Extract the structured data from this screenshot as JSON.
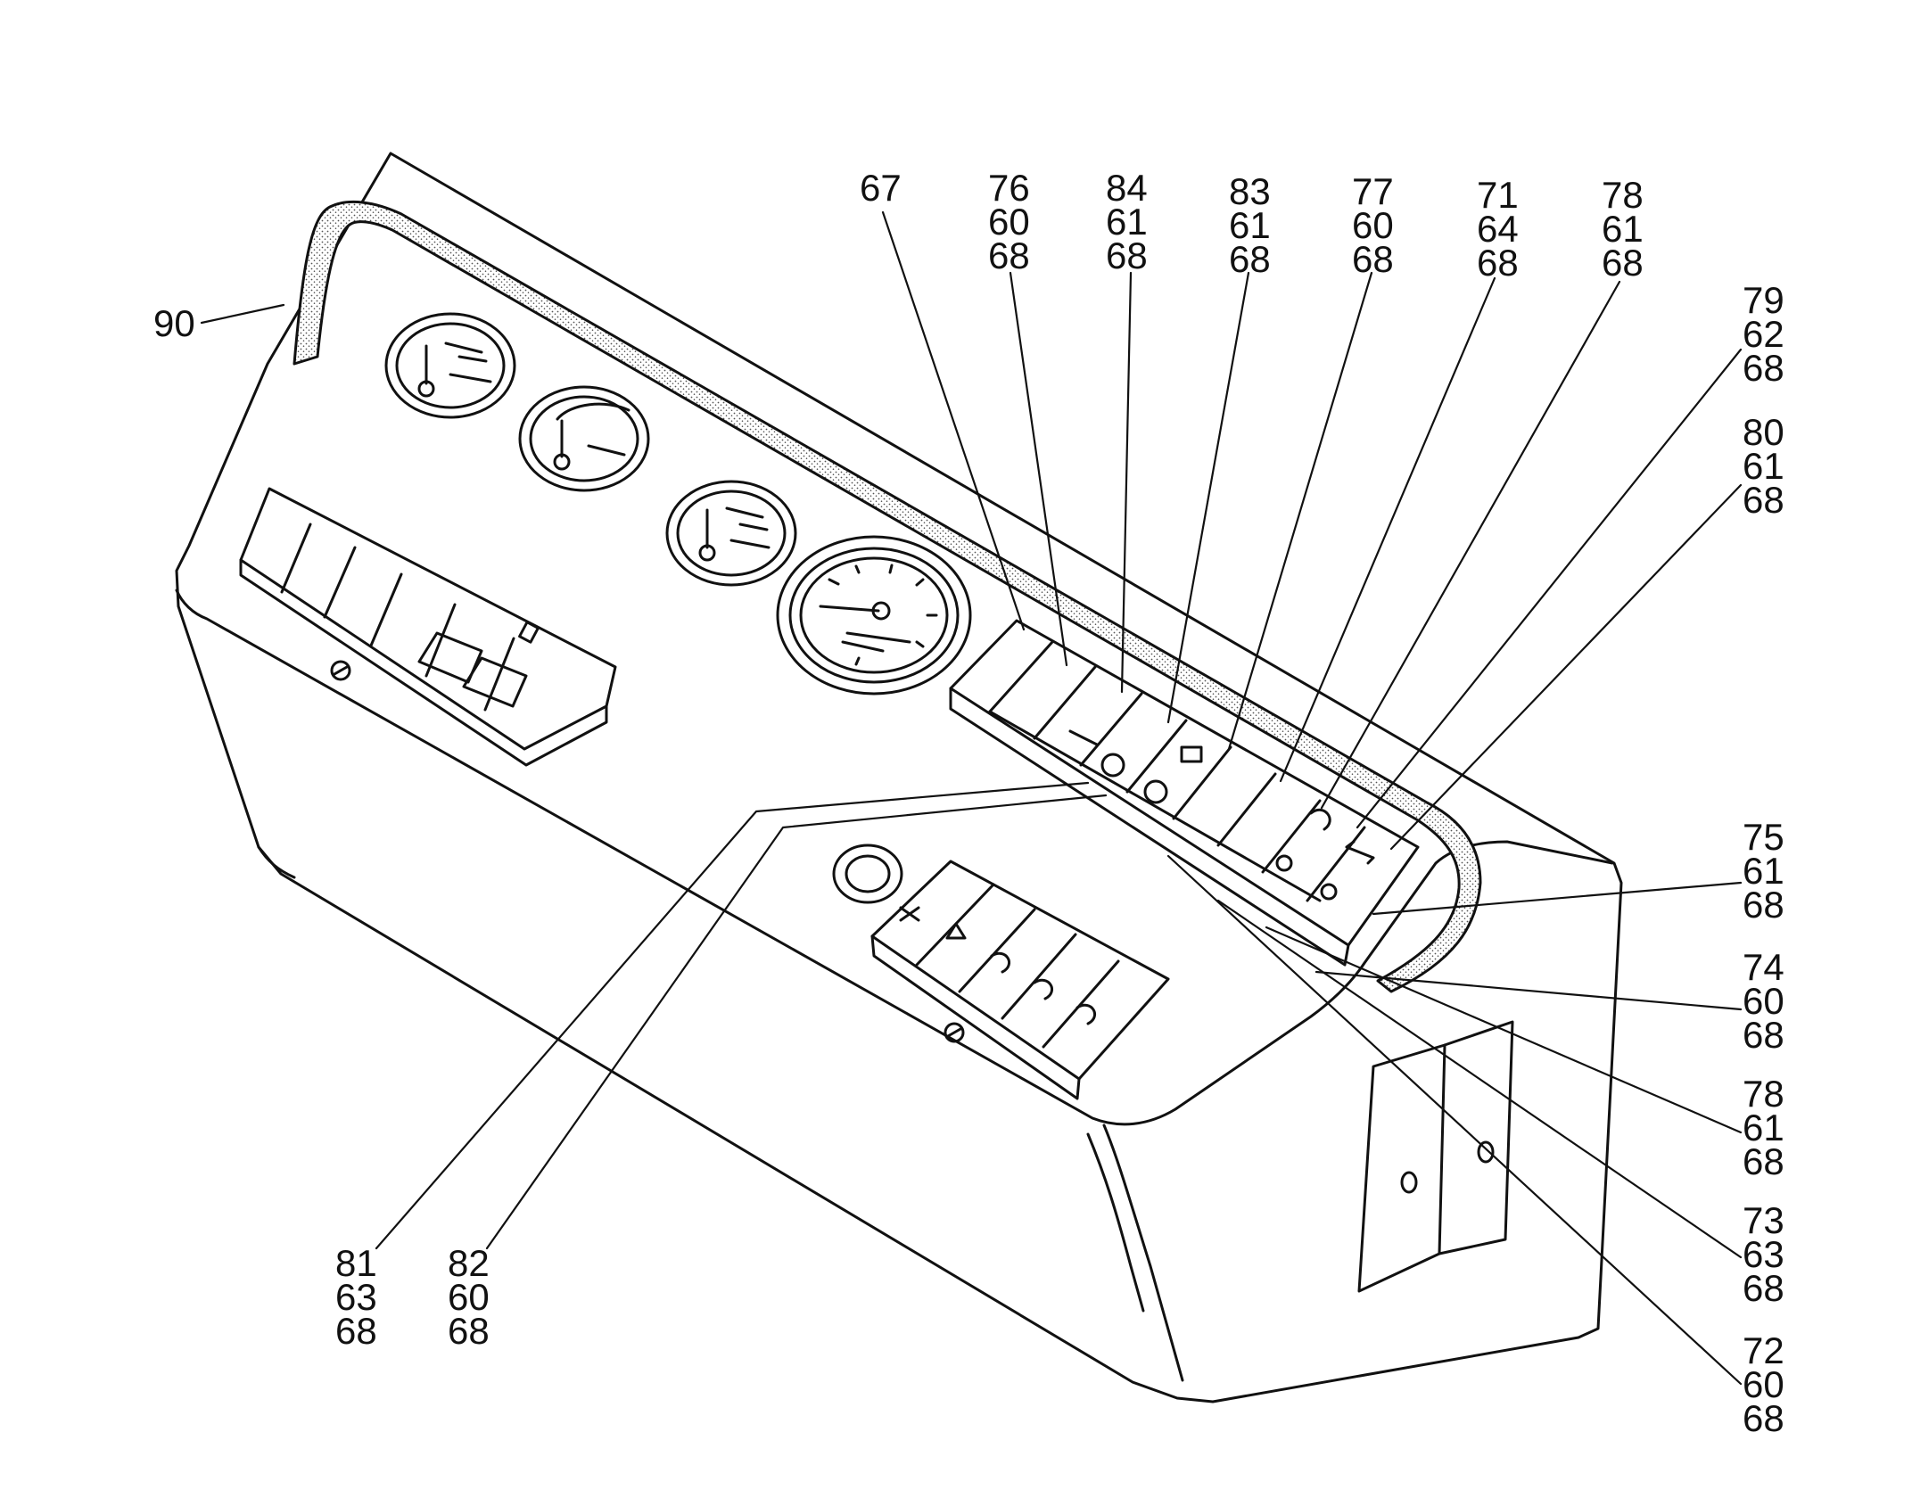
{
  "figure": {
    "subject": "instrument-panel-parts-diagram",
    "line_color": "#111111",
    "background": "#ffffff",
    "stipple_color": "#555555"
  },
  "callouts": {
    "c90": {
      "lines": [
        "90"
      ]
    },
    "c67": {
      "lines": [
        "67"
      ]
    },
    "c76": {
      "lines": [
        "76",
        "60",
        "68"
      ]
    },
    "c84": {
      "lines": [
        "84",
        "61",
        "68"
      ]
    },
    "c83": {
      "lines": [
        "83",
        "61",
        "68"
      ]
    },
    "c77": {
      "lines": [
        "77",
        "60",
        "68"
      ]
    },
    "c71": {
      "lines": [
        "71",
        "64",
        "68"
      ]
    },
    "c78a": {
      "lines": [
        "78",
        "61",
        "68"
      ]
    },
    "c79": {
      "lines": [
        "79",
        "62",
        "68"
      ]
    },
    "c80": {
      "lines": [
        "80",
        "61",
        "68"
      ]
    },
    "c75": {
      "lines": [
        "75",
        "61",
        "68"
      ]
    },
    "c74": {
      "lines": [
        "74",
        "60",
        "68"
      ]
    },
    "c78b": {
      "lines": [
        "78",
        "61",
        "68"
      ]
    },
    "c73": {
      "lines": [
        "73",
        "63",
        "68"
      ]
    },
    "c72": {
      "lines": [
        "72",
        "60",
        "68"
      ]
    },
    "c81": {
      "lines": [
        "81",
        "63",
        "68"
      ]
    },
    "c82": {
      "lines": [
        "82",
        "60",
        "68"
      ]
    }
  },
  "icons": {
    "gauges": [
      "temperature-gauge-icon",
      "fuel-gauge-icon",
      "oil-temperature-gauge-icon",
      "speedometer-icon"
    ],
    "switches": [
      "fan-icon",
      "warning-light-icon",
      "headlight-icon",
      "fog-light-icon",
      "rear-fog-light-icon",
      "ignition-key-icon"
    ],
    "warning_lamps": [
      "parking-brake-icon",
      "brake-circuit-icon",
      "glow-plug-icon",
      "turn-signal-icon",
      "high-beam-icon",
      "coolant-temp-icon",
      "oil-pressure-icon",
      "hazard-icon"
    ]
  }
}
